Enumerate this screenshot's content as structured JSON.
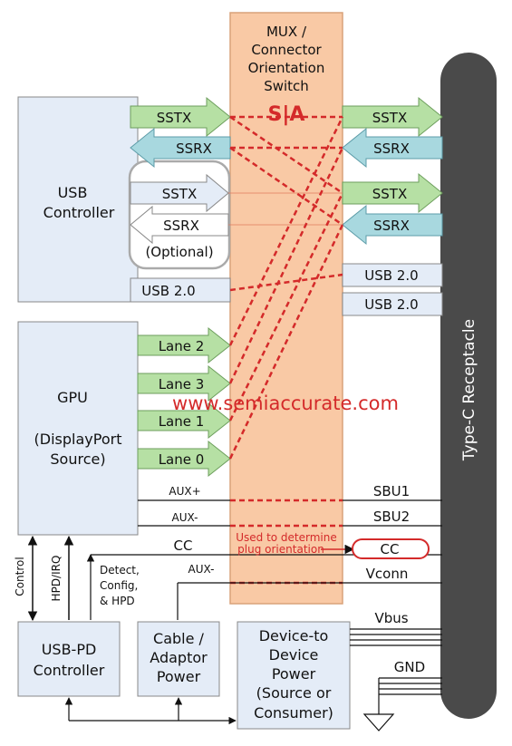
{
  "mux": {
    "title_lines": [
      "MUX /",
      "Connector",
      "Orientation",
      "Switch"
    ],
    "logo": "S|A",
    "note_lines": [
      "Used to determine",
      "plug orientation"
    ]
  },
  "receptacle_label": "Type-C Receptacle",
  "watermark": "www.semiaccurate.com",
  "usb_controller": {
    "label_lines": [
      "USB",
      "Controller"
    ],
    "optional_label": "(Optional)"
  },
  "gpu": {
    "label_lines": [
      "GPU",
      "(DisplayPort",
      "Source)"
    ]
  },
  "usb_pd": {
    "label_lines": [
      "USB-PD",
      "Controller"
    ]
  },
  "cable_power": {
    "label_lines": [
      "Cable /",
      "Adaptor",
      "Power"
    ]
  },
  "device_power": {
    "label_lines": [
      "Device-to",
      "Device",
      "Power",
      "(Source or",
      "Consumer)"
    ]
  },
  "signals": {
    "left_sstx1": "SSTX",
    "left_ssrx1": "SSRX",
    "left_sstx2": "SSTX",
    "left_ssrx2": "SSRX",
    "left_usb2": "USB 2.0",
    "right_sstx1": "SSTX",
    "right_ssrx1": "SSRX",
    "right_sstx2": "SSTX",
    "right_ssrx2": "SSRX",
    "right_usb2a": "USB 2.0",
    "right_usb2b": "USB 2.0",
    "lanes": [
      "Lane 2",
      "Lane 3",
      "Lane 1",
      "Lane 0"
    ],
    "aux_plus": "AUX+",
    "aux_minus": "AUX-",
    "sbu1": "SBU1",
    "sbu2": "SBU2",
    "cc_left": "CC",
    "cc_right": "CC",
    "aux_minus2": "AUX-",
    "vconn": "Vconn",
    "vbus": "Vbus",
    "gnd": "GND",
    "control": "Control",
    "hpd_irq": "HPD/IRQ",
    "detect_lines": [
      "Detect,",
      "Config,",
      "& HPD"
    ]
  },
  "colors": {
    "mux_fill": "#f9c9a5",
    "mux_border": "#d9a27a",
    "box_fill": "#e4ecf7",
    "green": "#b6e0a4",
    "blue": "#a8d8df",
    "red": "#d42a2a",
    "receptacle": "#4a4a4a"
  }
}
